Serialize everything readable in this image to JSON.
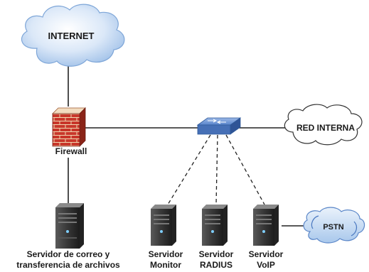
{
  "nodes": {
    "internet": {
      "label": "INTERNET"
    },
    "firewall": {
      "label": "Firewall"
    },
    "switch": {
      "label": ""
    },
    "red_interna": {
      "label": "RED INTERNA"
    },
    "pstn": {
      "label": "PSTN"
    },
    "servers": [
      {
        "id": "mail",
        "lines": [
          "Servidor de correo y",
          "transferencia de archivos"
        ]
      },
      {
        "id": "monitor",
        "lines": [
          "Servidor",
          "Monitor"
        ]
      },
      {
        "id": "radius",
        "lines": [
          "Servidor",
          "RADIUS"
        ]
      },
      {
        "id": "voip",
        "lines": [
          "Servidor",
          "VoIP"
        ]
      }
    ]
  },
  "links": [
    {
      "from": "internet",
      "to": "firewall",
      "style": "solid"
    },
    {
      "from": "firewall",
      "to": "mail",
      "style": "solid"
    },
    {
      "from": "firewall",
      "to": "switch",
      "style": "solid"
    },
    {
      "from": "switch",
      "to": "red_interna",
      "style": "solid"
    },
    {
      "from": "switch",
      "to": "monitor",
      "style": "dashed"
    },
    {
      "from": "switch",
      "to": "radius",
      "style": "dashed"
    },
    {
      "from": "switch",
      "to": "voip",
      "style": "dashed"
    },
    {
      "from": "voip",
      "to": "pstn",
      "style": "solid"
    }
  ],
  "colors": {
    "cloud_blue": "#cfe1f7",
    "brick": "#c8362a",
    "switch_blue": "#4a78c0",
    "server_dark": "#2e2e2e",
    "line": "#222222"
  }
}
